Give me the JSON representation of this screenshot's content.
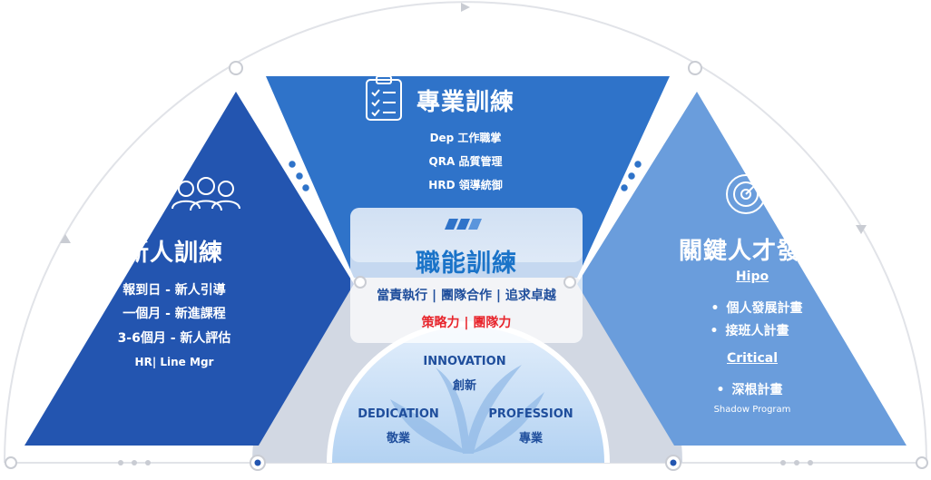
{
  "sections": {
    "onboarding": {
      "title": "新人訓練",
      "lines": [
        "報到日 - 新人引導",
        "一個月 - 新進課程",
        "3-6個月 - 新人評估"
      ],
      "footer": "HR| Line Mgr",
      "icon": "people-icon",
      "color": "#2355b0"
    },
    "professional": {
      "title": "專業訓練",
      "lines": [
        "Dep 工作職掌",
        "QRA 品質管理",
        "HRD 領導統御"
      ],
      "icon": "checklist-icon",
      "color": "#2f73c9"
    },
    "talent": {
      "title": "關鍵人才發展",
      "hipo_label": "Hipo",
      "hipo_items": [
        "個人發展計畫",
        "接班人計畫"
      ],
      "critical_label": "Critical",
      "critical_items": [
        "深根計畫"
      ],
      "critical_note": "Shadow Program",
      "icon": "target-icon",
      "color": "#6a9ddc"
    }
  },
  "core": {
    "title": "職能訓練",
    "line1": "當責執行 | 團隊合作 | 追求卓越",
    "line2": "策略力 | 團隊力"
  },
  "values": {
    "innovation": {
      "en": "INNOVATION",
      "zh": "創新"
    },
    "dedication": {
      "en": "DEDICATION",
      "zh": "敬業"
    },
    "profession": {
      "en": "PROFESSION",
      "zh": "專業"
    }
  }
}
